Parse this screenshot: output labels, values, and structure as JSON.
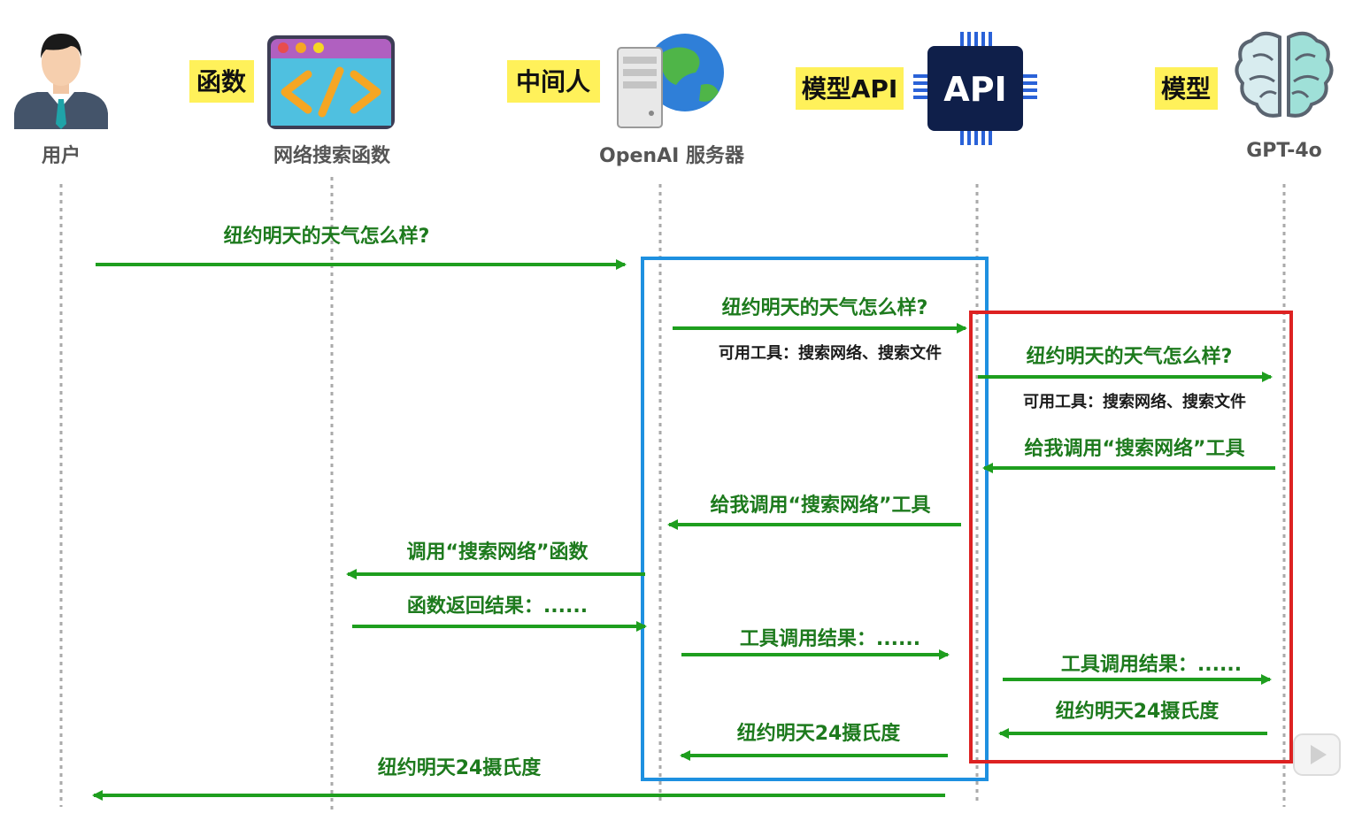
{
  "actors": [
    {
      "id": "user",
      "label": "用户",
      "icon": "user-icon"
    },
    {
      "id": "func",
      "label": "网络搜索函数",
      "tag": "函数",
      "icon": "code-window-icon"
    },
    {
      "id": "server",
      "label": "OpenAI 服务器",
      "tag": "中间人",
      "icon": "server-globe-icon"
    },
    {
      "id": "api",
      "label": "",
      "tag": "模型API",
      "chip_text": "API",
      "icon": "api-chip-icon"
    },
    {
      "id": "model",
      "label": "GPT-4o",
      "tag": "模型",
      "icon": "brain-icon"
    }
  ],
  "messages": {
    "m1": "纽约明天的天气怎么样?",
    "m2": "纽约明天的天气怎么样?",
    "m2_sub": "可用工具：搜索网络、搜索文件",
    "m3": "纽约明天的天气怎么样?",
    "m3_sub": "可用工具：搜索网络、搜索文件",
    "m4": "给我调用“搜索网络”工具",
    "m5": "给我调用“搜索网络”工具",
    "m6": "调用“搜索网络”函数",
    "m7": "函数返回结果：......",
    "m8": "工具调用结果：......",
    "m9": "工具调用结果：......",
    "m10": "纽约明天24摄氏度",
    "m11": "纽约明天24摄氏度",
    "m12": "纽约明天24摄氏度"
  },
  "colors": {
    "arrow": "#1e9e1e",
    "text": "#1d7a1d",
    "blue_box": "#1e90e0",
    "red_box": "#dd2222",
    "tag_bg": "#fff15a",
    "lifeline": "#aaaaaa"
  }
}
